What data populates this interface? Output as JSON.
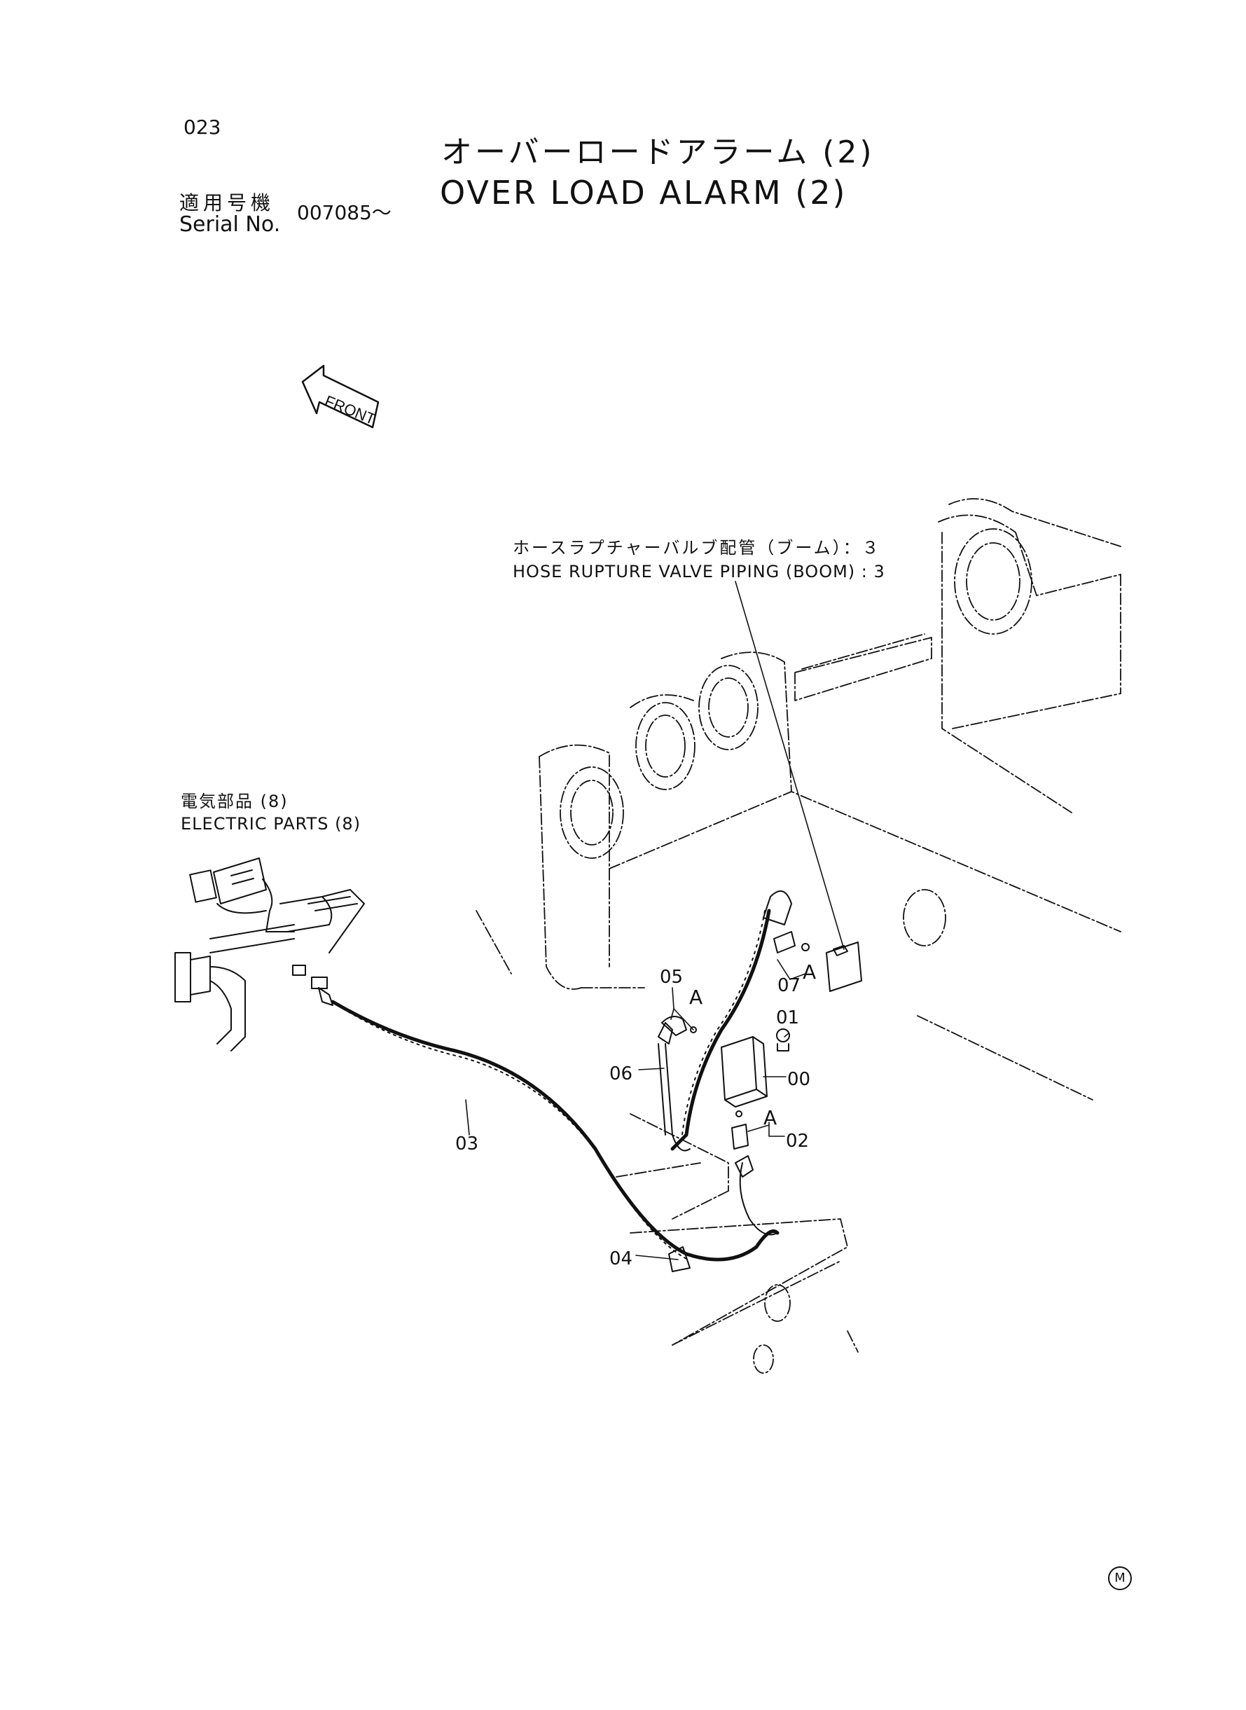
{
  "page_number": "023",
  "title": {
    "japanese": "オーバーロードアラーム (2)",
    "english": "OVER LOAD ALARM (2)"
  },
  "serial": {
    "label_japanese": "適用号機",
    "label_english": "Serial No.",
    "value": "007085～"
  },
  "front_indicator": "FRONT",
  "references": {
    "hose_piping": {
      "japanese": "ホースラプチャーバルブ配管（ブーム）：３",
      "english": "HOSE RUPTURE VALVE PIPING (BOOM) : 3"
    },
    "electric_parts": {
      "japanese": "電気部品 (8)",
      "english": "ELECTRIC PARTS (8)"
    }
  },
  "callouts": {
    "part_00": "00",
    "part_01": "01",
    "part_02": "02",
    "part_03": "03",
    "part_04": "04",
    "part_05": "05",
    "part_06": "06",
    "part_07": "07",
    "detail_a": "A"
  },
  "mark": "M",
  "colors": {
    "ink": "#111111",
    "paper": "#ffffff"
  }
}
